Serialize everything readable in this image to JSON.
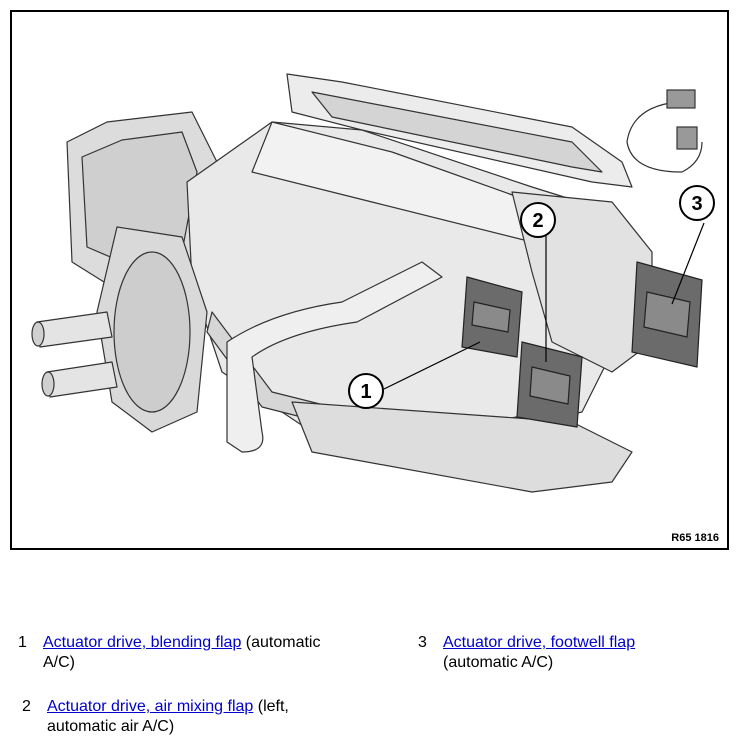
{
  "figure": {
    "code": "R65 1816",
    "callouts": [
      "1",
      "2",
      "3"
    ]
  },
  "legend": [
    {
      "number": "1",
      "link": "Actuator drive, blending flap",
      "rest": " (automatic",
      "line2": "A/C)"
    },
    {
      "number": "2",
      "link": "Actuator drive, air mixing flap",
      "rest": " (left,",
      "line2": "automatic air A/C)"
    },
    {
      "number": "3",
      "link": "Actuator drive, footwell flap",
      "rest": "",
      "line2": "(automatic A/C)"
    }
  ]
}
